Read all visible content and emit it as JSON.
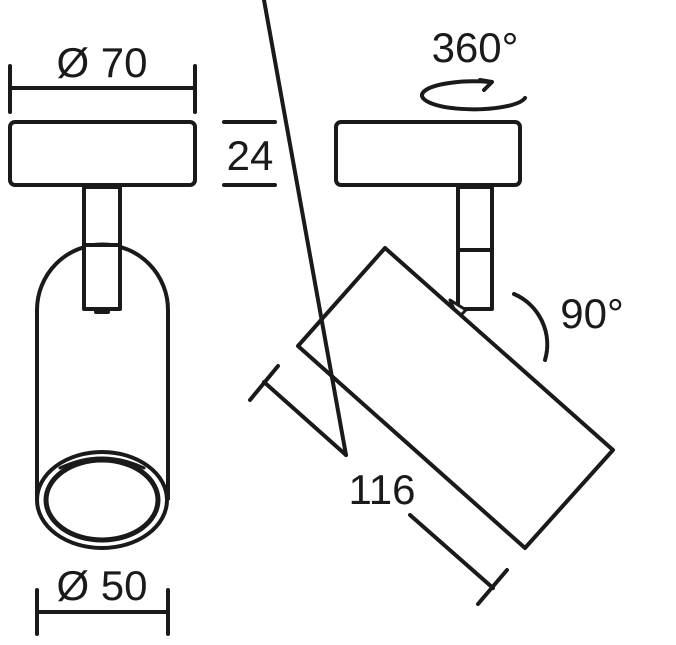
{
  "drawing": {
    "top_diameter_label": "Ø 70",
    "height_label": "24",
    "bottom_diameter_label": "Ø 50",
    "rotation_label": "360°",
    "tilt_label": "90°",
    "length_label": "116"
  }
}
